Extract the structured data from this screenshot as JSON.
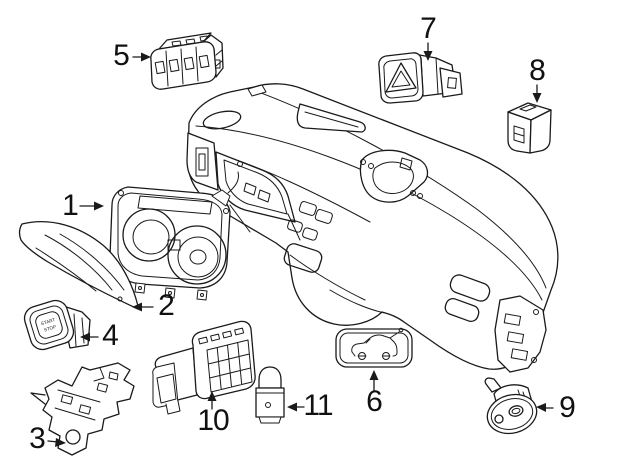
{
  "diagram": {
    "type": "parts-diagram",
    "background_color": "#ffffff",
    "line_color": "#1a1a1a",
    "callouts": [
      {
        "number": "1"
      },
      {
        "number": "2"
      },
      {
        "number": "3"
      },
      {
        "number": "4"
      },
      {
        "number": "5"
      },
      {
        "number": "6"
      },
      {
        "number": "7"
      },
      {
        "number": "8"
      },
      {
        "number": "9"
      },
      {
        "number": "10"
      },
      {
        "number": "11"
      }
    ],
    "start_stop_button": {
      "line1": "START",
      "line2": "STOP"
    },
    "icons": {
      "hazard_switch": "warning-triangle",
      "trunk_release_switch": "car-with-open-trunk",
      "bulb": "light-bulb"
    }
  }
}
